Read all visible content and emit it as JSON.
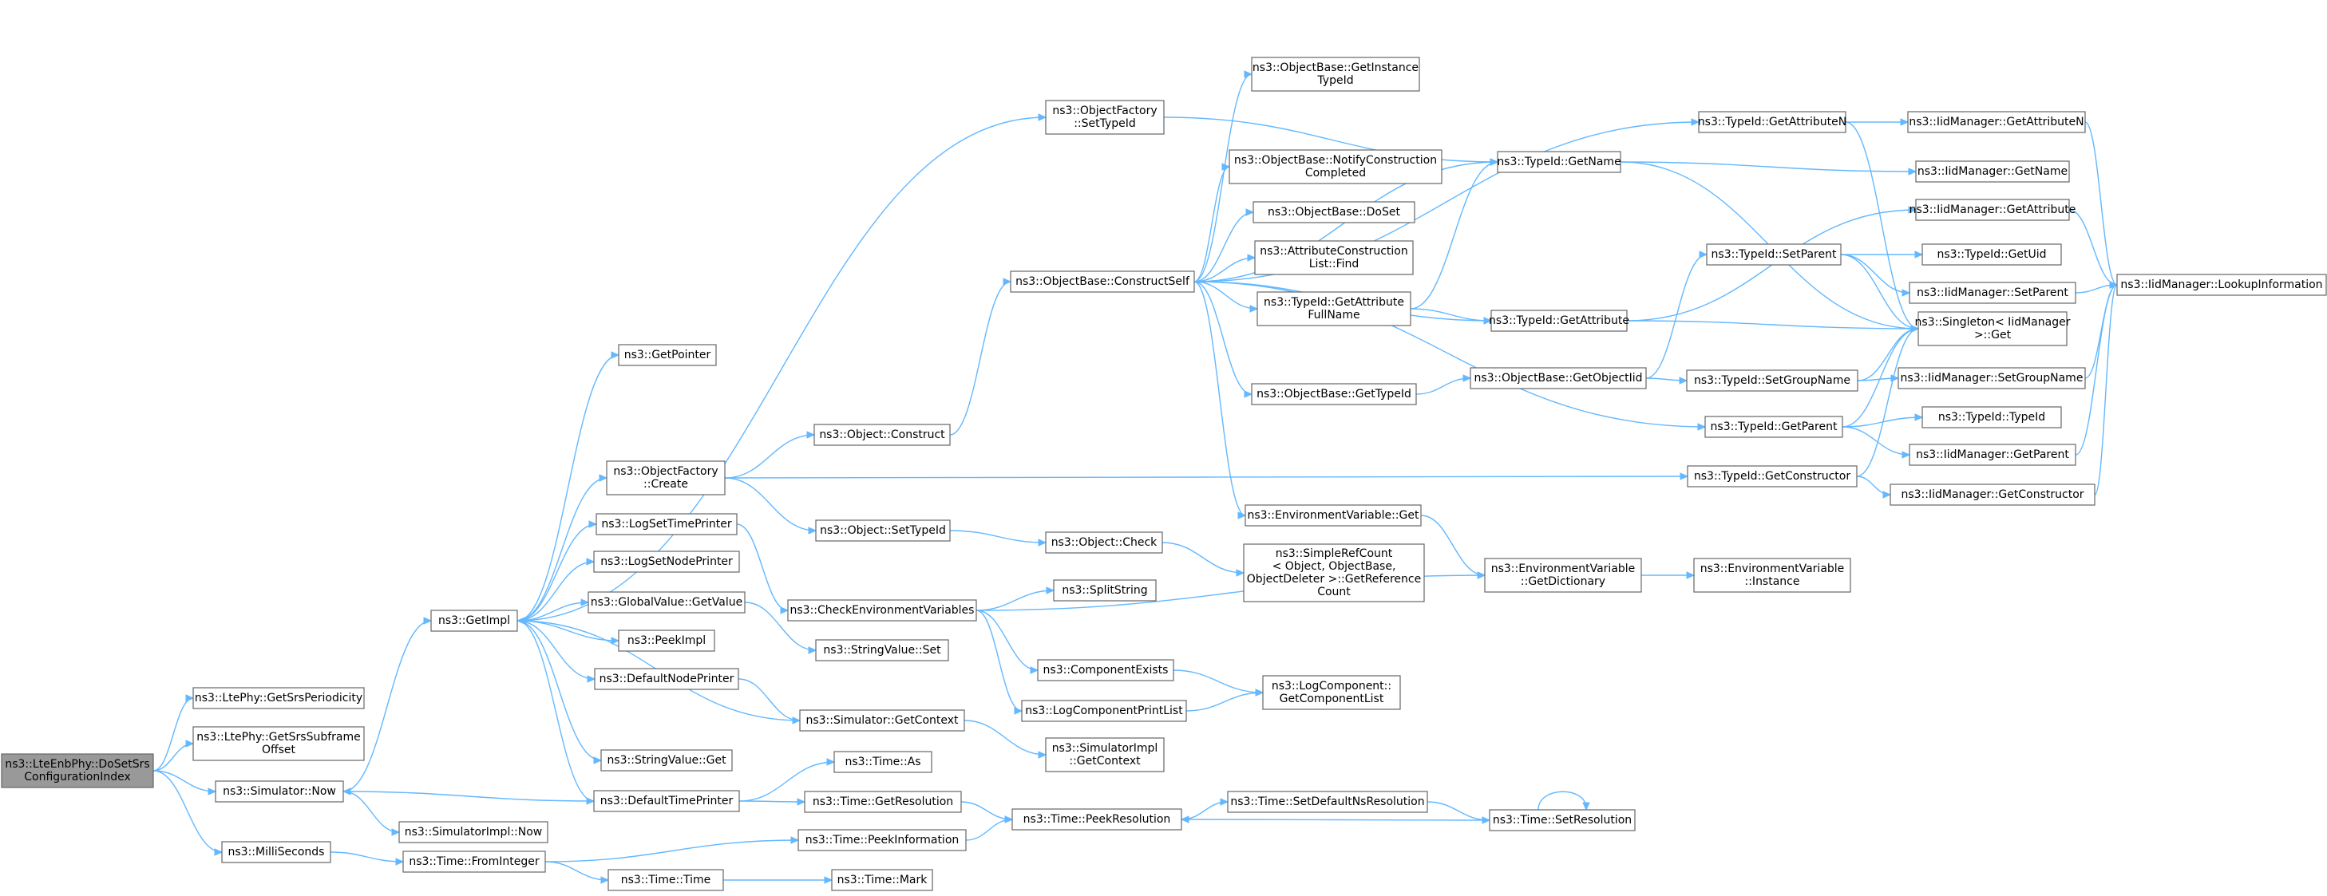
{
  "graph": {
    "colors": {
      "edge": "#63b8ff",
      "node_border": "#666666",
      "root_fill": "#999999",
      "node_fill": "#ffffff"
    },
    "nodes": [
      {
        "id": "root",
        "lines": [
          "ns3::LteEnbPhy::DoSetSrs",
          "ConfigurationIndex"
        ]
      },
      {
        "id": "srsper",
        "lines": [
          "ns3::LtePhy::GetSrsPeriodicity"
        ]
      },
      {
        "id": "srssub",
        "lines": [
          "ns3::LtePhy::GetSrsSubframe",
          "Offset"
        ]
      },
      {
        "id": "simnow",
        "lines": [
          "ns3::Simulator::Now"
        ]
      },
      {
        "id": "milli",
        "lines": [
          "ns3::MilliSeconds"
        ]
      },
      {
        "id": "getimpl",
        "lines": [
          "ns3::GetImpl"
        ]
      },
      {
        "id": "simimplnow",
        "lines": [
          "ns3::SimulatorImpl::Now"
        ]
      },
      {
        "id": "fromint",
        "lines": [
          "ns3::Time::FromInteger"
        ]
      },
      {
        "id": "getptr",
        "lines": [
          "ns3::GetPointer"
        ]
      },
      {
        "id": "ofcreate",
        "lines": [
          "ns3::ObjectFactory",
          "::Create"
        ]
      },
      {
        "id": "logtime",
        "lines": [
          "ns3::LogSetTimePrinter"
        ]
      },
      {
        "id": "lognode",
        "lines": [
          "ns3::LogSetNodePrinter"
        ]
      },
      {
        "id": "gvget",
        "lines": [
          "ns3::GlobalValue::GetValue"
        ]
      },
      {
        "id": "peek",
        "lines": [
          "ns3::PeekImpl"
        ]
      },
      {
        "id": "defnode",
        "lines": [
          "ns3::DefaultNodePrinter"
        ]
      },
      {
        "id": "svget",
        "lines": [
          "ns3::StringValue::Get"
        ]
      },
      {
        "id": "deftime",
        "lines": [
          "ns3::DefaultTimePrinter"
        ]
      },
      {
        "id": "timetime",
        "lines": [
          "ns3::Time::Time"
        ]
      },
      {
        "id": "ofsettype",
        "lines": [
          "ns3::ObjectFactory",
          "::SetTypeId"
        ]
      },
      {
        "id": "objconstruct",
        "lines": [
          "ns3::Object::Construct"
        ]
      },
      {
        "id": "objsettype",
        "lines": [
          "ns3::Object::SetTypeId"
        ]
      },
      {
        "id": "checkenv",
        "lines": [
          "ns3::CheckEnvironmentVariables"
        ]
      },
      {
        "id": "svset",
        "lines": [
          "ns3::StringValue::Set"
        ]
      },
      {
        "id": "simctx",
        "lines": [
          "ns3::Simulator::GetContext"
        ]
      },
      {
        "id": "timeas",
        "lines": [
          "ns3::Time::As"
        ]
      },
      {
        "id": "timegetres",
        "lines": [
          "ns3::Time::GetResolution"
        ]
      },
      {
        "id": "timepeekinfo",
        "lines": [
          "ns3::Time::PeekInformation"
        ]
      },
      {
        "id": "timemark",
        "lines": [
          "ns3::Time::Mark"
        ]
      },
      {
        "id": "constructself",
        "lines": [
          "ns3::ObjectBase::ConstructSelf"
        ]
      },
      {
        "id": "objcheck",
        "lines": [
          "ns3::Object::Check"
        ]
      },
      {
        "id": "splitstr",
        "lines": [
          "ns3::SplitString"
        ]
      },
      {
        "id": "compexists",
        "lines": [
          "ns3::ComponentExists"
        ]
      },
      {
        "id": "logcompprint",
        "lines": [
          "ns3::LogComponentPrintList"
        ]
      },
      {
        "id": "simimplctx",
        "lines": [
          "ns3::SimulatorImpl",
          "::GetContext"
        ]
      },
      {
        "id": "peekres",
        "lines": [
          "ns3::Time::PeekResolution"
        ]
      },
      {
        "id": "getinsttid",
        "lines": [
          "ns3::ObjectBase::GetInstance",
          "TypeId"
        ]
      },
      {
        "id": "notify",
        "lines": [
          "ns3::ObjectBase::NotifyConstruction",
          "Completed"
        ]
      },
      {
        "id": "doset",
        "lines": [
          "ns3::ObjectBase::DoSet"
        ]
      },
      {
        "id": "acfind",
        "lines": [
          "ns3::AttributeConstruction",
          "List::Find"
        ]
      },
      {
        "id": "tidgetattrfull",
        "lines": [
          "ns3::TypeId::GetAttribute",
          "FullName"
        ]
      },
      {
        "id": "obgettypeid",
        "lines": [
          "ns3::ObjectBase::GetTypeId"
        ]
      },
      {
        "id": "envget",
        "lines": [
          "ns3::EnvironmentVariable::Get"
        ]
      },
      {
        "id": "simplerefcount",
        "lines": [
          "ns3::SimpleRefCount",
          "< Object, ObjectBase,",
          "ObjectDeleter >::GetReference",
          "Count"
        ]
      },
      {
        "id": "logcompgetlist",
        "lines": [
          "ns3::LogComponent::",
          "GetComponentList"
        ]
      },
      {
        "id": "setdefns",
        "lines": [
          "ns3::Time::SetDefaultNsResolution"
        ]
      },
      {
        "id": "tidgetname",
        "lines": [
          "ns3::TypeId::GetName"
        ]
      },
      {
        "id": "tidgetattr",
        "lines": [
          "ns3::TypeId::GetAttribute"
        ]
      },
      {
        "id": "obgetobjtid",
        "lines": [
          "ns3::ObjectBase::GetObjectIid"
        ]
      },
      {
        "id": "envgetdict",
        "lines": [
          "ns3::EnvironmentVariable",
          "::GetDictionary"
        ]
      },
      {
        "id": "timesetres",
        "lines": [
          "ns3::Time::SetResolution"
        ]
      },
      {
        "id": "tidgetattrn",
        "lines": [
          "ns3::TypeId::GetAttributeN"
        ]
      },
      {
        "id": "tidsetparent",
        "lines": [
          "ns3::TypeId::SetParent"
        ]
      },
      {
        "id": "tidsetgroup",
        "lines": [
          "ns3::TypeId::SetGroupName"
        ]
      },
      {
        "id": "tidgetparent",
        "lines": [
          "ns3::TypeId::GetParent"
        ]
      },
      {
        "id": "tidgetctor",
        "lines": [
          "ns3::TypeId::GetConstructor"
        ]
      },
      {
        "id": "envinstance",
        "lines": [
          "ns3::EnvironmentVariable",
          "::Instance"
        ]
      },
      {
        "id": "iidgetattrn",
        "lines": [
          "ns3::IidManager::GetAttributeN"
        ]
      },
      {
        "id": "iidgetname",
        "lines": [
          "ns3::IidManager::GetName"
        ]
      },
      {
        "id": "iidgetattr",
        "lines": [
          "ns3::IidManager::GetAttribute"
        ]
      },
      {
        "id": "tidgetuid",
        "lines": [
          "ns3::TypeId::GetUid"
        ]
      },
      {
        "id": "iidsetparent",
        "lines": [
          "ns3::IidManager::SetParent"
        ]
      },
      {
        "id": "singleton",
        "lines": [
          "ns3::Singleton< IidManager",
          ">::Get"
        ]
      },
      {
        "id": "iidsetgroup",
        "lines": [
          "ns3::IidManager::SetGroupName"
        ]
      },
      {
        "id": "tidtypeid",
        "lines": [
          "ns3::TypeId::TypeId"
        ]
      },
      {
        "id": "iidgetparent",
        "lines": [
          "ns3::IidManager::GetParent"
        ]
      },
      {
        "id": "iidgetctor",
        "lines": [
          "ns3::IidManager::GetConstructor"
        ]
      },
      {
        "id": "iidlookup",
        "lines": [
          "ns3::IidManager::LookupInformation"
        ]
      }
    ]
  }
}
